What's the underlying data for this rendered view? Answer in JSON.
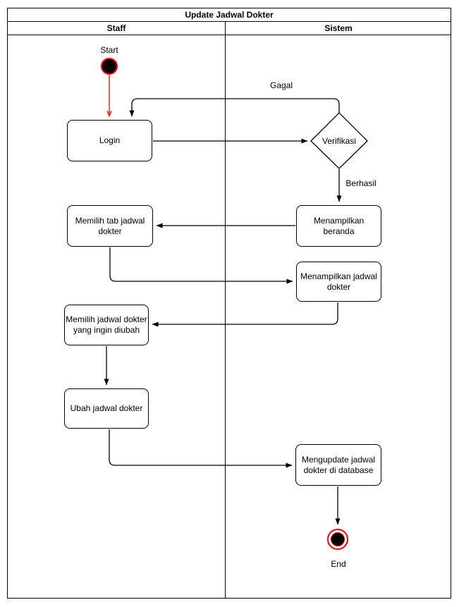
{
  "diagram": {
    "title": "Update Jadwal Dokter",
    "lanes": {
      "staff": "Staff",
      "sistem": "Sistem"
    },
    "nodes": {
      "start": {
        "label": "Start"
      },
      "login": {
        "lines": [
          "Login"
        ]
      },
      "verifikasi": {
        "label": "Verifikasi"
      },
      "memilih_tab": {
        "lines": [
          "Memilih tab jadwal",
          "dokter"
        ]
      },
      "beranda": {
        "lines": [
          "Menampilkan",
          "beranda"
        ]
      },
      "menampilkan_jadwal": {
        "lines": [
          "Menampilkan jadwal",
          "dokter"
        ]
      },
      "memilih_jadwal": {
        "lines": [
          "Memilih jadwal dokter",
          "yang ingin diubah"
        ]
      },
      "ubah": {
        "lines": [
          "Ubah jadwal dokter"
        ]
      },
      "mengupdate": {
        "lines": [
          "Mengupdate jadwal",
          "dokter di database"
        ]
      },
      "end": {
        "label": "End"
      }
    },
    "edge_labels": {
      "gagal": "Gagal",
      "berhasil": "Berhasil"
    },
    "colors": {
      "stroke": "#000000",
      "accent_red": "#ff0000",
      "background": "#ffffff",
      "node_fill": "#ffffff"
    }
  }
}
